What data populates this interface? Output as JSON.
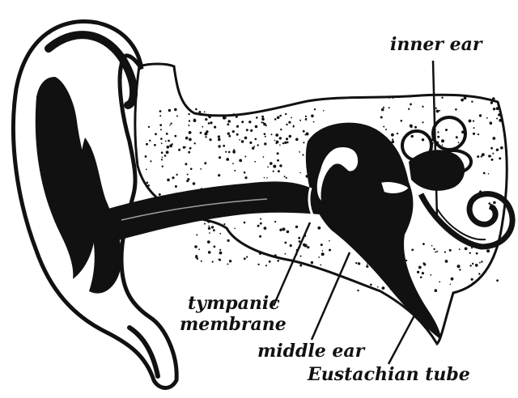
{
  "diagram": {
    "labels": {
      "inner_ear": "inner ear",
      "tympanic_line1": "tympanic",
      "tympanic_line2": "membrane",
      "middle_ear": "middle ear",
      "eustachian_tube": "Eustachian tube"
    }
  },
  "colors": {
    "ink": "#111111",
    "paper": "#ffffff"
  }
}
